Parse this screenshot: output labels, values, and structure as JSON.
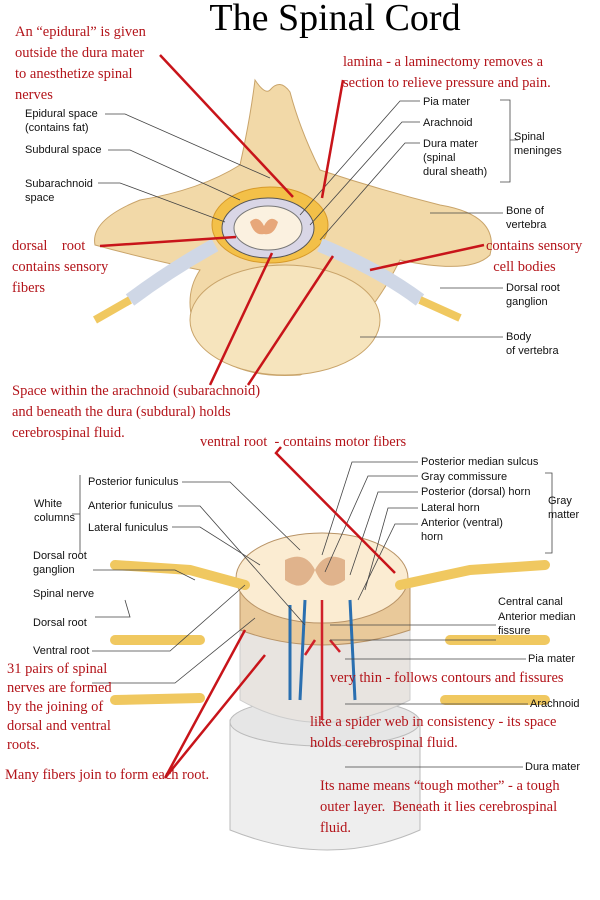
{
  "title": "The Spinal Cord",
  "colors": {
    "annotation": "#b3141a",
    "bone": "#f2d9a8",
    "nerve": "#f0c860",
    "vessel_blue": "#2a6fb0",
    "vessel_red": "#d0202a"
  },
  "annotations": {
    "epidural": "An “epidural” is given\noutside the dura mater\nto anesthetize spinal\nnerves",
    "lamina": "lamina - a laminectomy removes a\nsection to relieve pressure and pain.",
    "dorsal_root": "dorsal    root\ncontains sensory\nfibers",
    "sensory_cell_bodies": "contains sensory\n  cell bodies",
    "subarachnoid": "Space within the arachnoid (subarachnoid)\nand beneath the dura (subdural) holds\ncerebrospinal fluid.",
    "ventral_root": "ventral root  - contains motor fibers",
    "pia": "very thin - follows contours and fissures",
    "pairs": "31 pairs of spinal\nnerves are formed\nby the joining of\ndorsal and ventral\nroots.",
    "arachnoid": "like a spider web in consistency - its space\nholds cerebrospinal fluid.",
    "fibers": "Many fibers join to form each root.",
    "dura": "Its name means “tough mother” - a tough\nouter layer.  Beneath it lies cerebrospinal\nfluid."
  },
  "top_labels": {
    "epidural_space": "Epidural space\n(contains fat)",
    "subdural_space": "Subdural space",
    "subarachnoid_space": "Subarachnoid\nspace",
    "pia_mater": "Pia mater",
    "arachnoid": "Arachnoid",
    "dura_mater": "Dura mater\n(spinal\ndural sheath)",
    "spinal_meninges": "Spinal\nmeninges",
    "bone_of_vertebra": "Bone of\nvertebra",
    "dorsal_root_ganglion": "Dorsal root\nganglion",
    "body_of_vertebra": "Body\nof vertebra"
  },
  "bottom_labels": {
    "posterior_median_sulcus": "Posterior median sulcus",
    "gray_commissure": "Gray commissure",
    "posterior_horn": "Posterior (dorsal) horn",
    "lateral_horn": "Lateral horn",
    "anterior_horn": "Anterior (ventral)\nhorn",
    "gray_matter": "Gray\nmatter",
    "white_columns": "White\ncolumns",
    "posterior_funiculus": "Posterior funiculus",
    "anterior_funiculus": "Anterior funiculus",
    "lateral_funiculus": "Lateral funiculus",
    "dorsal_root_ganglion": "Dorsal root\nganglion",
    "spinal_nerve": "Spinal nerve",
    "dorsal_root": "Dorsal root",
    "ventral_root": "Ventral root",
    "central_canal": "Central canal",
    "anterior_median_fissure": "Anterior median\nfissure",
    "pia_mater": "Pia mater",
    "arachnoid": "Arachnoid",
    "dura_mater": "Dura mater"
  }
}
